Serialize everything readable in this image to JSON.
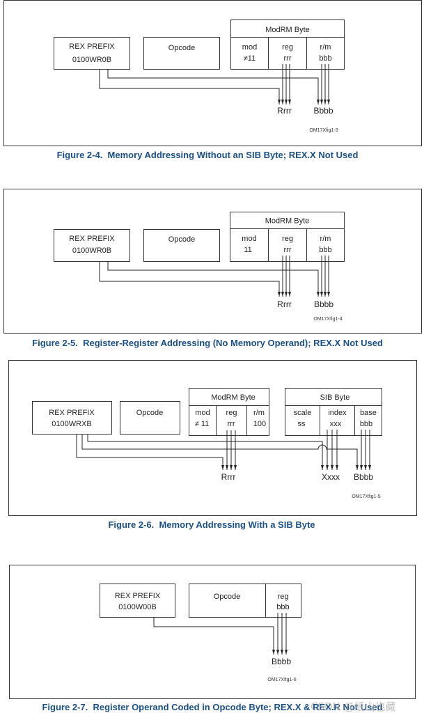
{
  "figures": [
    {
      "caption": "Figure 2-4.  Memory Addressing Without an SIB Byte; REX.X Not Used",
      "rex_prefix": {
        "title": "REX PREFIX",
        "value": "0100WR0B"
      },
      "opcode": "Opcode",
      "modrm": {
        "title": "ModRM Byte",
        "fields": [
          {
            "label": "mod",
            "value": "≠11"
          },
          {
            "label": "reg",
            "value": "rrr"
          },
          {
            "label": "r/m",
            "value": "bbb"
          }
        ]
      },
      "outputs": [
        "Rrrr",
        "Bbbb"
      ],
      "figure_id": "OM17Xfig1-3"
    },
    {
      "caption": "Figure 2-5.  Register-Register Addressing (No Memory Operand); REX.X Not Used",
      "rex_prefix": {
        "title": "REX PREFIX",
        "value": "0100WR0B"
      },
      "opcode": "Opcode",
      "modrm": {
        "title": "ModRM Byte",
        "fields": [
          {
            "label": "mod",
            "value": "11"
          },
          {
            "label": "reg",
            "value": "rrr"
          },
          {
            "label": "r/m",
            "value": "bbb"
          }
        ]
      },
      "outputs": [
        "Rrrr",
        "Bbbb"
      ],
      "figure_id": "OM17Xfig1-4"
    },
    {
      "caption": "Figure 2-6.  Memory Addressing With a SIB Byte",
      "rex_prefix": {
        "title": "REX PREFIX",
        "value": "0100WRXB"
      },
      "opcode": "Opcode",
      "modrm": {
        "title": "ModRM Byte",
        "fields": [
          {
            "label": "mod",
            "value": "≠ 11"
          },
          {
            "label": "reg",
            "value": "rrr"
          },
          {
            "label": "r/m",
            "value": "100"
          }
        ]
      },
      "sib": {
        "title": "SIB Byte",
        "fields": [
          {
            "label": "scale",
            "value": "ss"
          },
          {
            "label": "index",
            "value": "xxx"
          },
          {
            "label": "base",
            "value": "bbb"
          }
        ]
      },
      "outputs": [
        "Rrrr",
        "Xxxx",
        "Bbbb"
      ],
      "figure_id": "OM17Xfig1-5"
    },
    {
      "caption": "Figure 2-7.  Register Operand Coded in Opcode Byte; REX.X & REX.R Not Used",
      "rex_prefix": {
        "title": "REX PREFIX",
        "value": "0100W00B"
      },
      "opcode": "Opcode",
      "opcode_reg": {
        "label": "reg",
        "value": "bbb"
      },
      "outputs": [
        "Bbbb"
      ],
      "figure_id": "OM17Xfig1-6"
    }
  ],
  "watermark": "CSDN @纸山也藏",
  "colors": {
    "caption": "#1a4f86",
    "stroke": "#333333",
    "text": "#222222"
  }
}
